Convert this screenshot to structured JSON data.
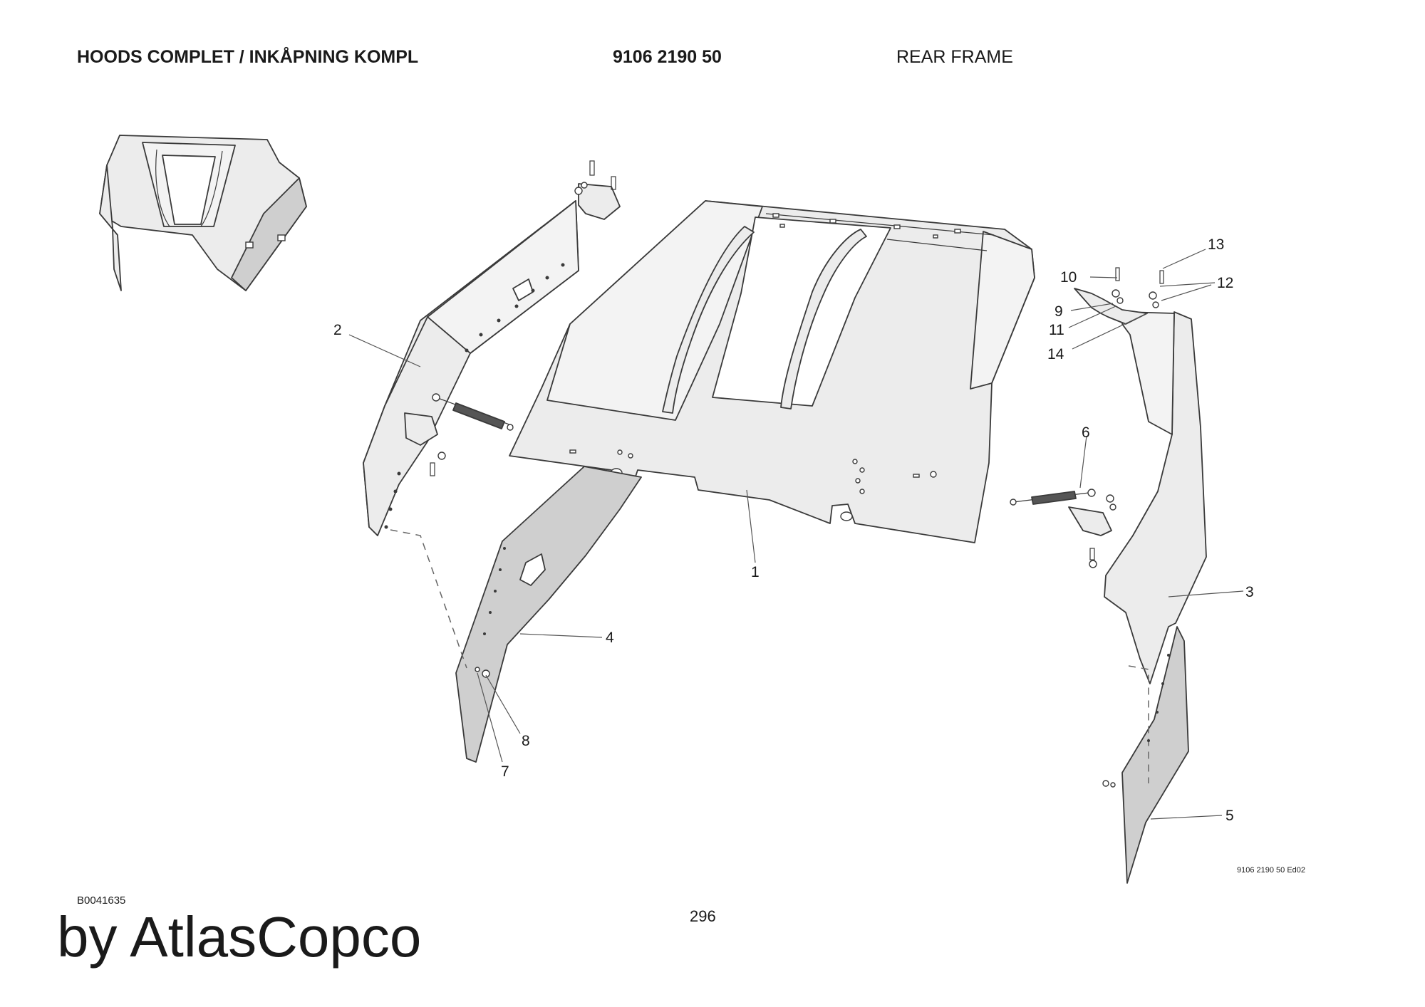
{
  "header": {
    "title": "HOODS COMPLET / INKÅPNING KOMPL",
    "part_number": "9106 2190 50",
    "section": "REAR FRAME"
  },
  "callouts": [
    "1",
    "2",
    "3",
    "4",
    "5",
    "6",
    "7",
    "8",
    "9",
    "10",
    "11",
    "12",
    "13",
    "14"
  ],
  "footer": {
    "drawing_code": "B0041635",
    "page_number": "296",
    "drawing_ref": "9106 2190 50 Ed02",
    "watermark": "by AtlasCopco"
  }
}
